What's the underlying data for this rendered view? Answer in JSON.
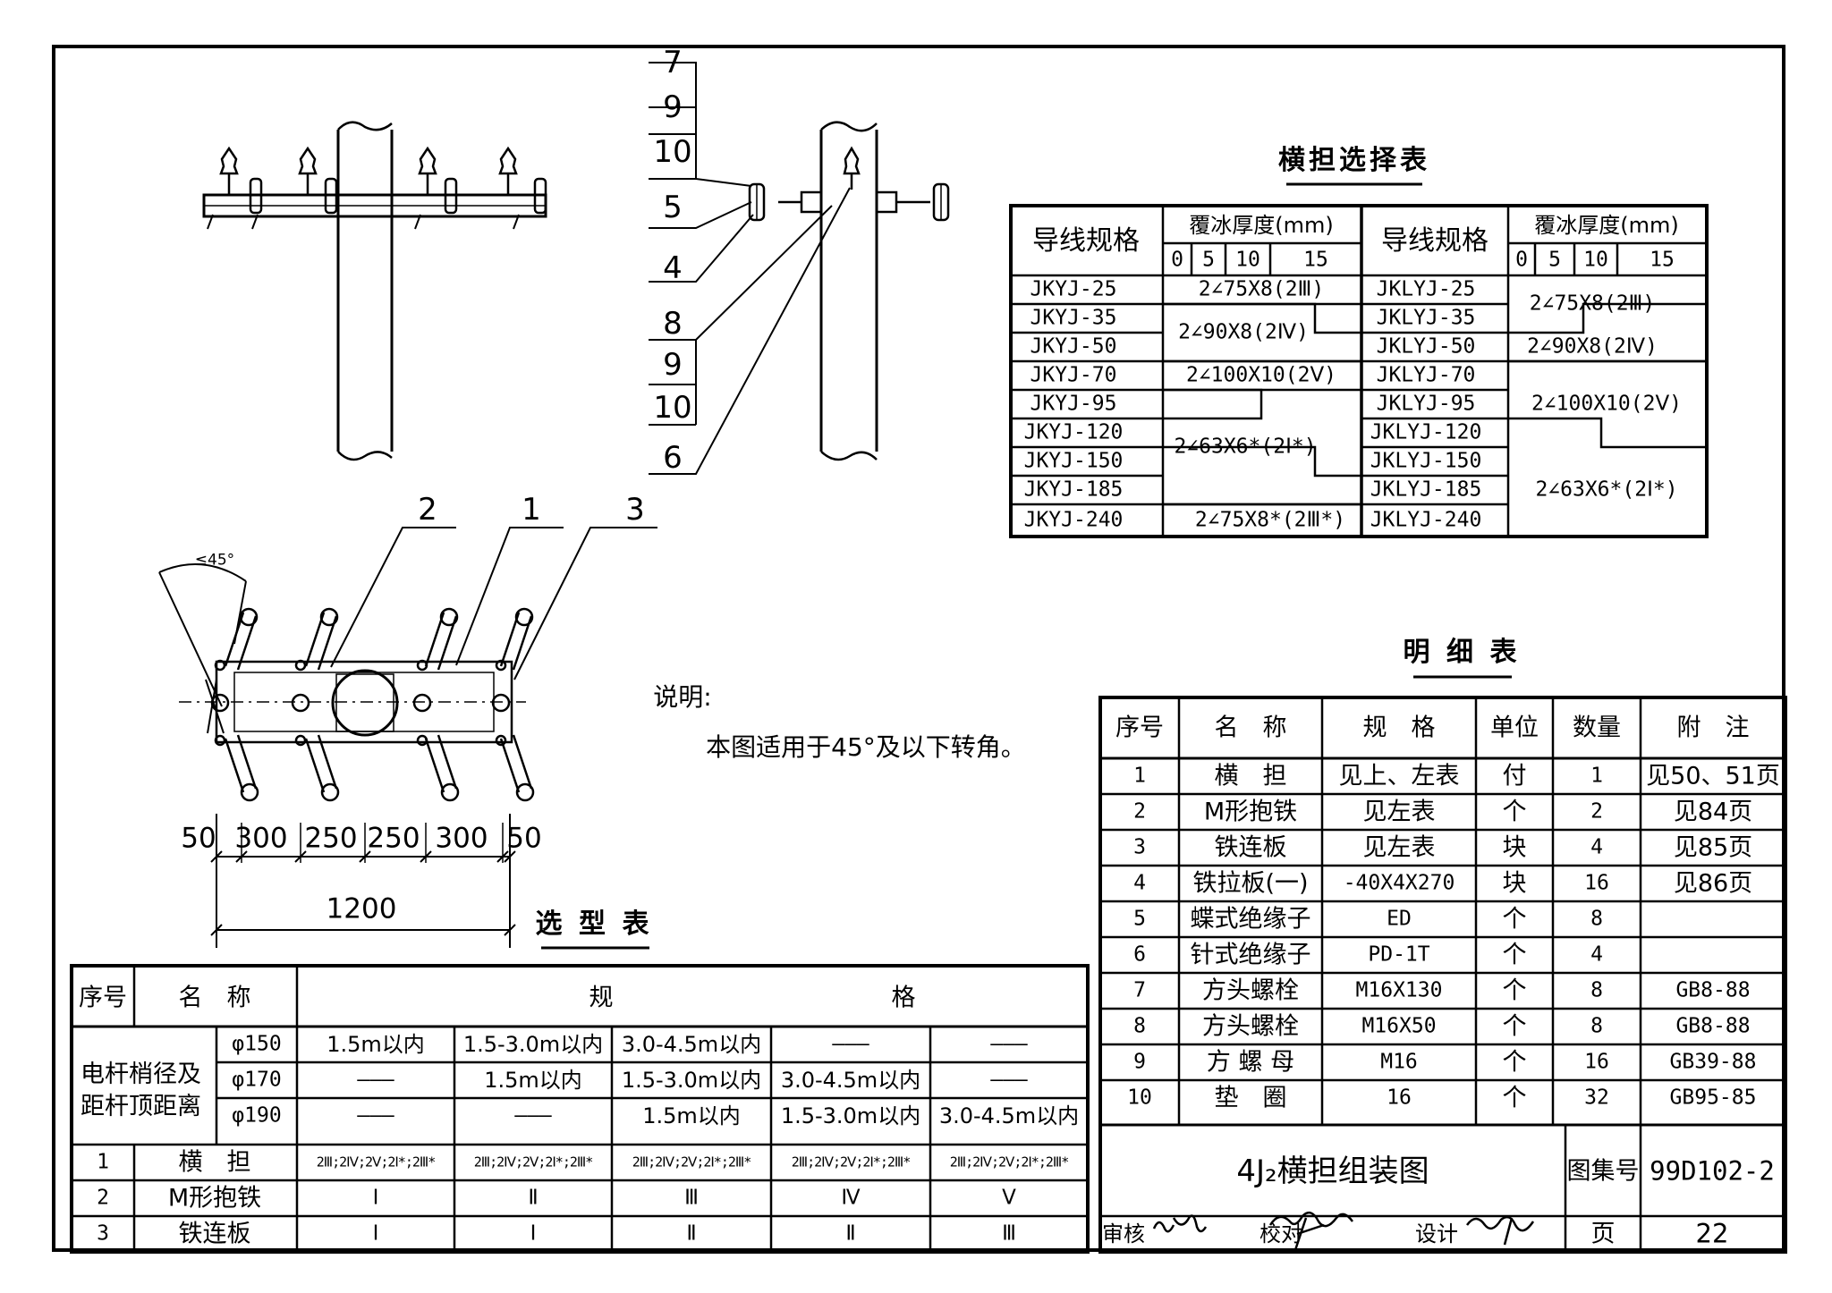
{
  "drawing": {
    "front_view": {},
    "side_view": {
      "labels": [
        "7",
        "9",
        "10",
        "5",
        "4",
        "8",
        "9",
        "10",
        "6"
      ]
    },
    "plan_view": {
      "labels": [
        "2",
        "1",
        "3"
      ],
      "angle_label": "≤45°",
      "dims": [
        "50",
        "300",
        "250",
        "250",
        "300",
        "50"
      ],
      "total_dim": "1200"
    }
  },
  "notes": {
    "title": "说明:",
    "text": "本图适用于45°及以下转角。"
  },
  "crossarm_selection_table": {
    "title": "横担选择表",
    "col_headers": [
      "导线规格",
      "覆冰厚度(mm)",
      "导线规格",
      "覆冰厚度(mm)"
    ],
    "ice_thickness": [
      "0",
      "5",
      "10",
      "15"
    ],
    "left_conductors": [
      "JKYJ-25",
      "JKYJ-35",
      "JKYJ-50",
      "JKYJ-70",
      "JKYJ-95",
      "JKYJ-120",
      "JKYJ-150",
      "JKYJ-185",
      "JKYJ-240"
    ],
    "right_conductors": [
      "JKLYJ-25",
      "JKLYJ-35",
      "JKLYJ-50",
      "JKLYJ-70",
      "JKLYJ-95",
      "JKLYJ-120",
      "JKLYJ-150",
      "JKLYJ-185",
      "JKLYJ-240"
    ],
    "left_specs": [
      "2∠75X8(2Ⅲ)",
      "2∠90X8(2Ⅳ)",
      "2∠100X10(2Ⅴ)",
      "2∠63X6*(2Ⅰ*)",
      "2∠75X8*(2Ⅲ*)"
    ],
    "right_specs": [
      "2∠75X8(2Ⅲ)",
      "2∠90X8(2Ⅳ)",
      "2∠100X10(2Ⅴ)",
      "2∠63X6*(2Ⅰ*)"
    ]
  },
  "bom_table": {
    "title": "明 细 表",
    "headers": [
      "序号",
      "名　称",
      "规　格",
      "单位",
      "数量",
      "附　注"
    ],
    "rows": [
      {
        "no": "1",
        "name": "横　担",
        "spec": "见上、左表",
        "unit": "付",
        "qty": "1",
        "note": "见50、51页"
      },
      {
        "no": "2",
        "name": "M形抱铁",
        "spec": "见左表",
        "unit": "个",
        "qty": "2",
        "note": "见84页"
      },
      {
        "no": "3",
        "name": "铁连板",
        "spec": "见左表",
        "unit": "块",
        "qty": "4",
        "note": "见85页"
      },
      {
        "no": "4",
        "name": "铁拉板(一)",
        "spec": "-40X4X270",
        "unit": "块",
        "qty": "16",
        "note": "见86页"
      },
      {
        "no": "5",
        "name": "蝶式绝缘子",
        "spec": "ED",
        "unit": "个",
        "qty": "8",
        "note": ""
      },
      {
        "no": "6",
        "name": "针式绝缘子",
        "spec": "PD-1T",
        "unit": "个",
        "qty": "4",
        "note": ""
      },
      {
        "no": "7",
        "name": "方头螺栓",
        "spec": "M16X130",
        "unit": "个",
        "qty": "8",
        "note": "GB8-88"
      },
      {
        "no": "8",
        "name": "方头螺栓",
        "spec": "M16X50",
        "unit": "个",
        "qty": "8",
        "note": "GB8-88"
      },
      {
        "no": "9",
        "name": "方 螺 母",
        "spec": "M16",
        "unit": "个",
        "qty": "16",
        "note": "GB39-88"
      },
      {
        "no": "10",
        "name": "垫　圈",
        "spec": "16",
        "unit": "个",
        "qty": "32",
        "note": "GB95-85"
      }
    ]
  },
  "selection_table": {
    "title": "选 型 表",
    "headers": [
      "序号",
      "名　称",
      "规",
      "格"
    ],
    "pole_label": "电杆梢径及距杆顶距离",
    "diameters": [
      "φ150",
      "φ170",
      "φ190"
    ],
    "rows": [
      [
        "1.5m以内",
        "1.5-3.0m以内",
        "3.0-4.5m以内",
        "———",
        "———"
      ],
      [
        "———",
        "1.5m以内",
        "1.5-3.0m以内",
        "3.0-4.5m以内",
        "———"
      ],
      [
        "———",
        "———",
        "1.5m以内",
        "1.5-3.0m以内",
        "3.0-4.5m以内"
      ]
    ],
    "item_rows": [
      {
        "no": "1",
        "name": "横　担",
        "values": [
          "2Ⅲ;2Ⅳ;2Ⅴ;2Ⅰ*;2Ⅲ*",
          "2Ⅲ;2Ⅳ;2Ⅴ;2Ⅰ*;2Ⅲ*",
          "2Ⅲ;2Ⅳ;2Ⅴ;2Ⅰ*;2Ⅲ*",
          "2Ⅲ;2Ⅳ;2Ⅴ;2Ⅰ*;2Ⅲ*",
          "2Ⅲ;2Ⅳ;2Ⅴ;2Ⅰ*;2Ⅲ*"
        ]
      },
      {
        "no": "2",
        "name": "M形抱铁",
        "values": [
          "Ⅰ",
          "Ⅱ",
          "Ⅲ",
          "Ⅳ",
          "Ⅴ"
        ]
      },
      {
        "no": "3",
        "name": "铁连板",
        "values": [
          "Ⅰ",
          "Ⅰ",
          "Ⅱ",
          "Ⅱ",
          "Ⅲ"
        ]
      }
    ]
  },
  "title_block": {
    "drawing_title": "4J₂横担组装图",
    "atlas_label": "图集号",
    "atlas_no": "99D102-2",
    "review_label": "审核",
    "check_label": "校对",
    "design_label": "设计",
    "page_label": "页",
    "page_no": "22"
  }
}
